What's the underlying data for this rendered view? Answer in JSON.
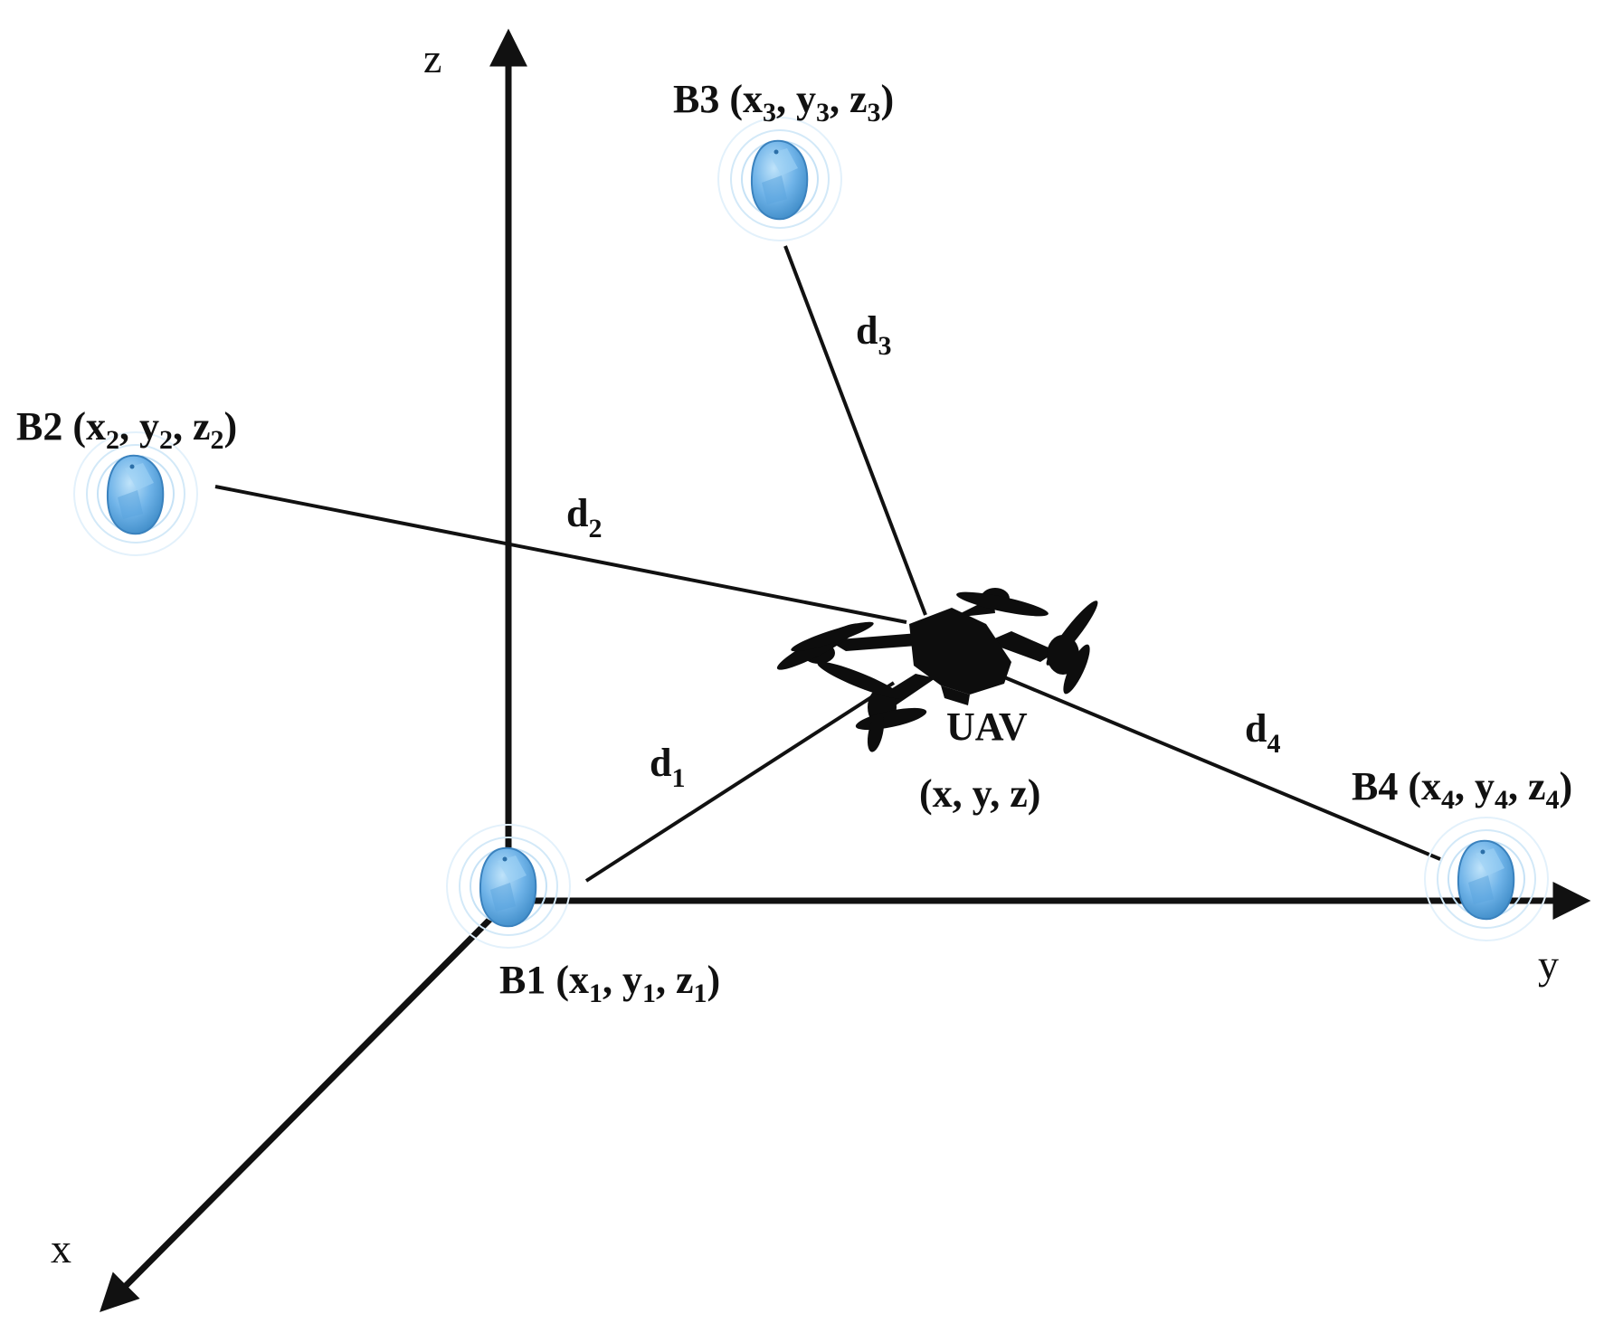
{
  "axes": {
    "z": "z",
    "y": "y",
    "x": "x"
  },
  "beacons": [
    {
      "id": "B1",
      "name": "B1",
      "open": "(",
      "v1": "x",
      "s1": "1",
      "c1": ", ",
      "v2": "y",
      "s2": "1",
      "c2": ", ",
      "v3": "z",
      "s3": "1",
      "close": ")"
    },
    {
      "id": "B2",
      "name": "B2",
      "open": "(",
      "v1": "x",
      "s1": "2",
      "c1": ", ",
      "v2": "y",
      "s2": "2",
      "c2": ", ",
      "v3": "z",
      "s3": "2",
      "close": ")"
    },
    {
      "id": "B3",
      "name": "B3",
      "open": "(",
      "v1": "x",
      "s1": "3",
      "c1": ", ",
      "v2": "y",
      "s2": "3",
      "c2": ", ",
      "v3": "z",
      "s3": "3",
      "close": ")"
    },
    {
      "id": "B4",
      "name": "B4",
      "open": "(",
      "v1": "x",
      "s1": "4",
      "c1": ", ",
      "v2": "y",
      "s2": "4",
      "c2": ", ",
      "v3": "z",
      "s3": "4",
      "close": ")"
    }
  ],
  "distances": [
    {
      "base": "d",
      "sub": "1"
    },
    {
      "base": "d",
      "sub": "2"
    },
    {
      "base": "d",
      "sub": "3"
    },
    {
      "base": "d",
      "sub": "4"
    }
  ],
  "uav": {
    "name": "UAV",
    "coords": "(x, y, z)"
  },
  "colors": {
    "line": "#111111",
    "beacon": "#6FB3E8",
    "beacon_dark": "#3F8CC8",
    "beacon_ring": "#CFE6F7",
    "drone": "#0D0D0D"
  }
}
